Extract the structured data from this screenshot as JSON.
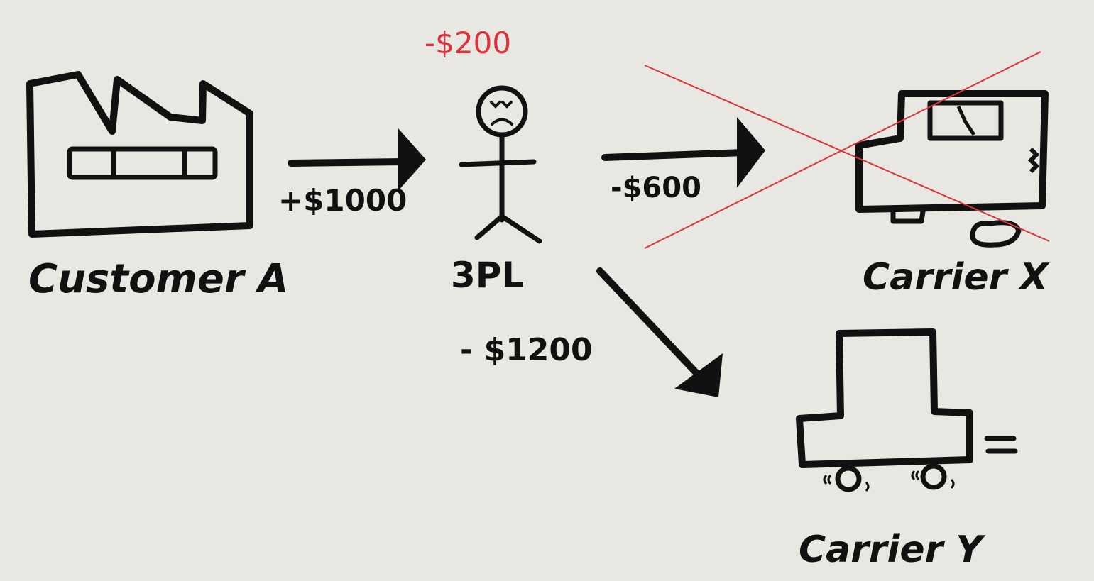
{
  "labels": {
    "customer": "Customer A",
    "broker": "3PL",
    "carrier_x": "Carrier X",
    "carrier_y": "Carrier Y"
  },
  "amounts": {
    "payment_in": "+$1000",
    "cost_carrier_x": "-$600",
    "cost_carrier_y": "- $1200",
    "net_loss": "-$200"
  },
  "colors": {
    "ink": "#111111",
    "red": "#e0303a",
    "paper": "#e9e7e2"
  },
  "states": {
    "carrier_x_crossed_out": true,
    "broker_face": "sad"
  }
}
